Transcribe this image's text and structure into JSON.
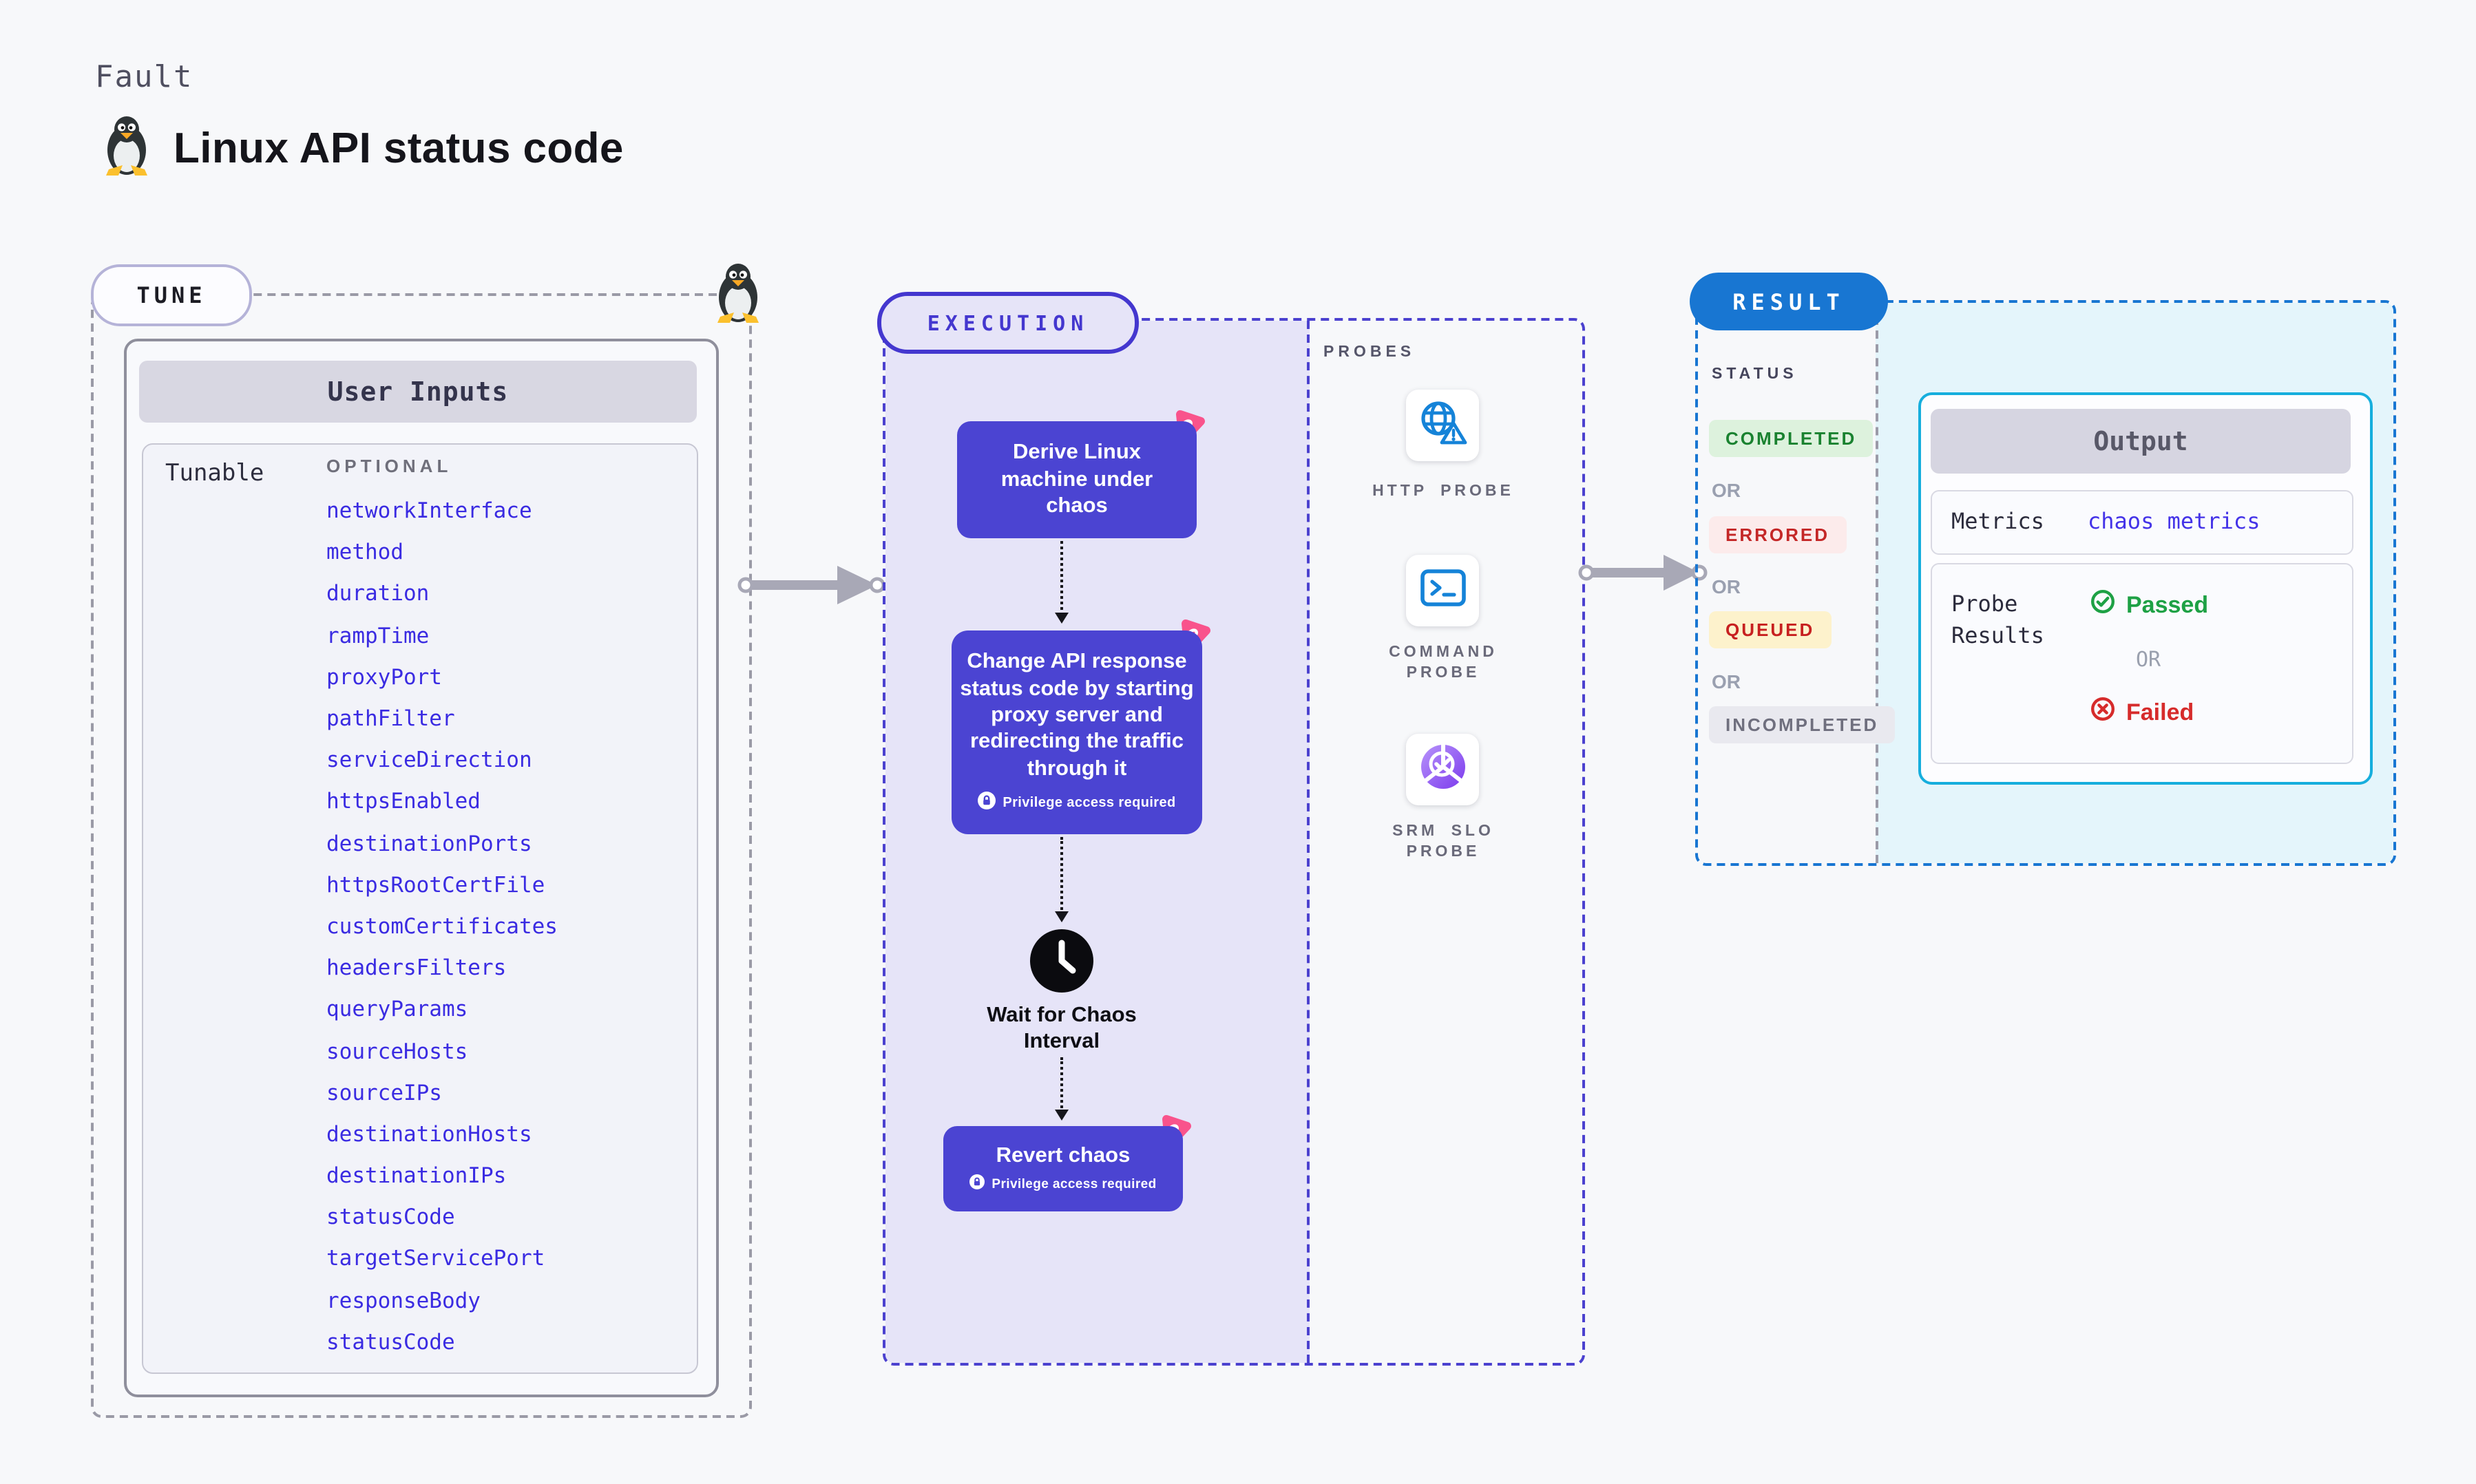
{
  "page": {
    "kicker": "Fault",
    "title": "Linux API status code"
  },
  "tune": {
    "label": "TUNE",
    "user_inputs_title": "User Inputs",
    "row_label": "Tunable",
    "column_label": "OPTIONAL",
    "params": [
      "networkInterface",
      "method",
      "duration",
      "rampTime",
      "proxyPort",
      "pathFilter",
      "serviceDirection",
      "httpsEnabled",
      "destinationPorts",
      "httpsRootCertFile",
      "customCertificates",
      "headersFilters",
      "queryParams",
      "sourceHosts",
      "sourceIPs",
      "destinationHosts",
      "destinationIPs",
      "statusCode",
      "targetServicePort",
      "responseBody",
      "statusCode"
    ]
  },
  "execution": {
    "label": "EXECUTION",
    "step1": "Derive Linux machine under chaos",
    "step2": "Change API response status code by starting proxy server and redirecting the traffic through it",
    "privilege_note": "Privilege access required",
    "wait_label": "Wait for Chaos Interval",
    "revert_label": "Revert chaos"
  },
  "probes": {
    "label": "PROBES",
    "items": [
      {
        "name": "HTTP PROBE",
        "icon": "globe-alert-icon"
      },
      {
        "name": "COMMAND PROBE",
        "icon": "terminal-icon"
      },
      {
        "name": "SRM SLO PROBE",
        "icon": "slo-donut-icon"
      }
    ]
  },
  "result": {
    "label": "RESULT",
    "status_label": "STATUS",
    "or_label": "OR",
    "statuses": [
      {
        "label": "COMPLETED"
      },
      {
        "label": "ERRORED"
      },
      {
        "label": "QUEUED"
      },
      {
        "label": "INCOMPLETED"
      }
    ],
    "output": {
      "title": "Output",
      "metrics_label": "Metrics",
      "metrics_value": "chaos metrics",
      "probe_results_label": "Probe Results",
      "passed_label": "Passed",
      "failed_label": "Failed"
    }
  },
  "colors": {
    "accent_indigo": "#4b44d2",
    "accent_blue": "#1876d2",
    "accent_cyan": "#16aedd",
    "param_blue": "#3a2be2",
    "pink_badge": "#f9538c",
    "passed_green": "#1ea145",
    "failed_red": "#d62b2b"
  }
}
